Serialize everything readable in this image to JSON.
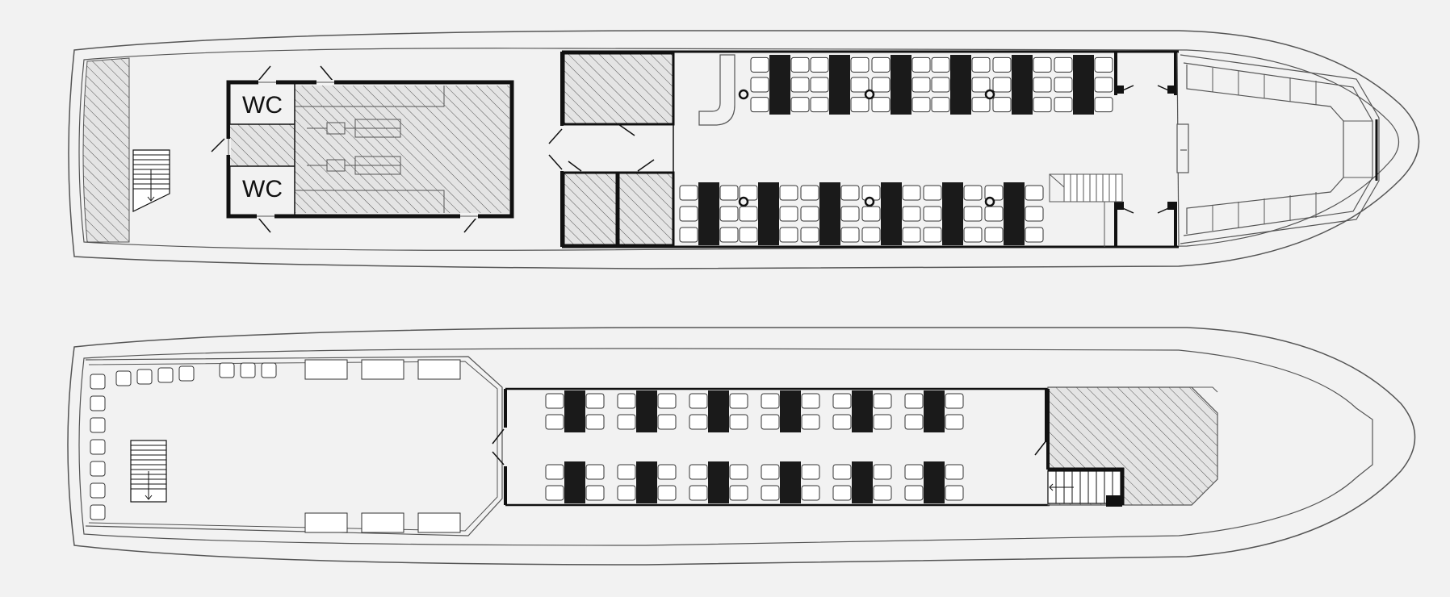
{
  "decks": [
    {
      "id": "upper-deck",
      "rooms": [
        {
          "id": "wc-top",
          "label": "WC"
        },
        {
          "id": "wc-bottom",
          "label": "WC"
        }
      ]
    },
    {
      "id": "lower-deck",
      "rooms": []
    }
  ],
  "colors": {
    "background": "#f2f2f2",
    "hull_line": "#555555",
    "wall": "#111111",
    "table": "#1a1a1a",
    "hatch": "#555555",
    "hatch_fill": "#e4e4e4"
  }
}
